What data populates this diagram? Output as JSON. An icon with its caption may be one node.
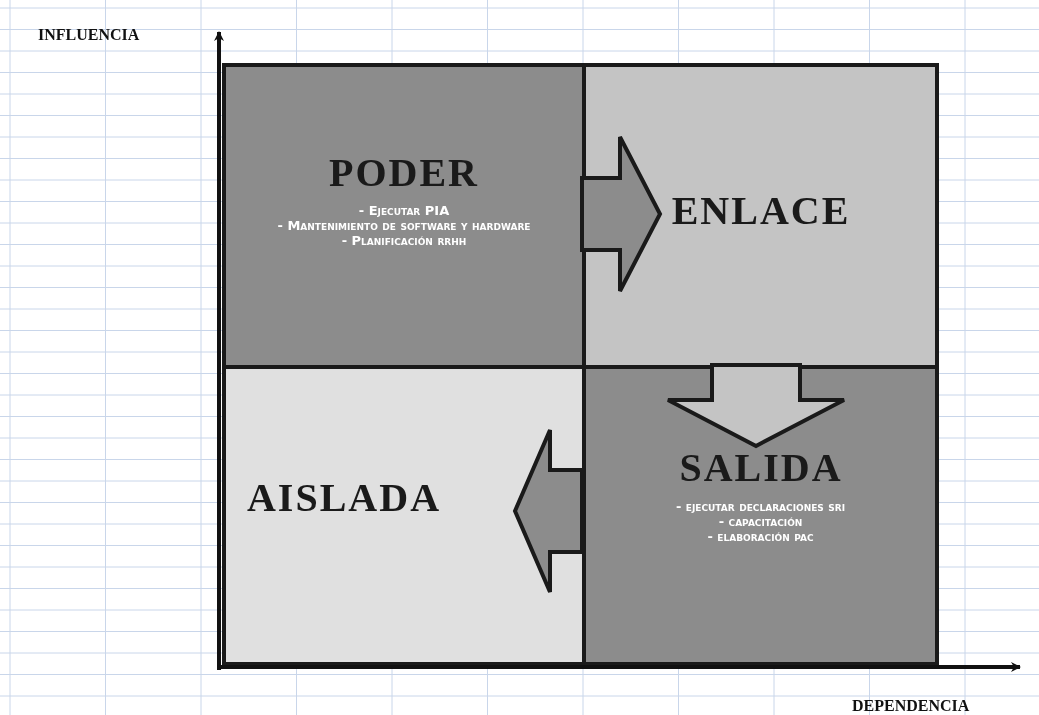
{
  "diagram": {
    "nodes": [
      {
        "text": [
          "PODER",
          "- Ejecutar PIA",
          "- Mantenimiento de software y hardware",
          "- Planificación rrhh"
        ]
      },
      {
        "text": [
          "ENLACE"
        ]
      },
      {
        "text": [
          "AISLADA"
        ]
      },
      {
        "text": [
          "SALIDA",
          "- ejecutar declaraciones sri",
          "- capacitación",
          "- elaboración pac"
        ]
      }
    ],
    "edges": [
      {
        "from": 0,
        "to": 1,
        "arrow": "to"
      },
      {
        "from": 1,
        "to": 3,
        "arrow": "to"
      },
      {
        "from": 3,
        "to": 2,
        "arrow": "to"
      }
    ],
    "labels": [
      "INFLUENCIA",
      "DEPENDENCIA"
    ]
  }
}
